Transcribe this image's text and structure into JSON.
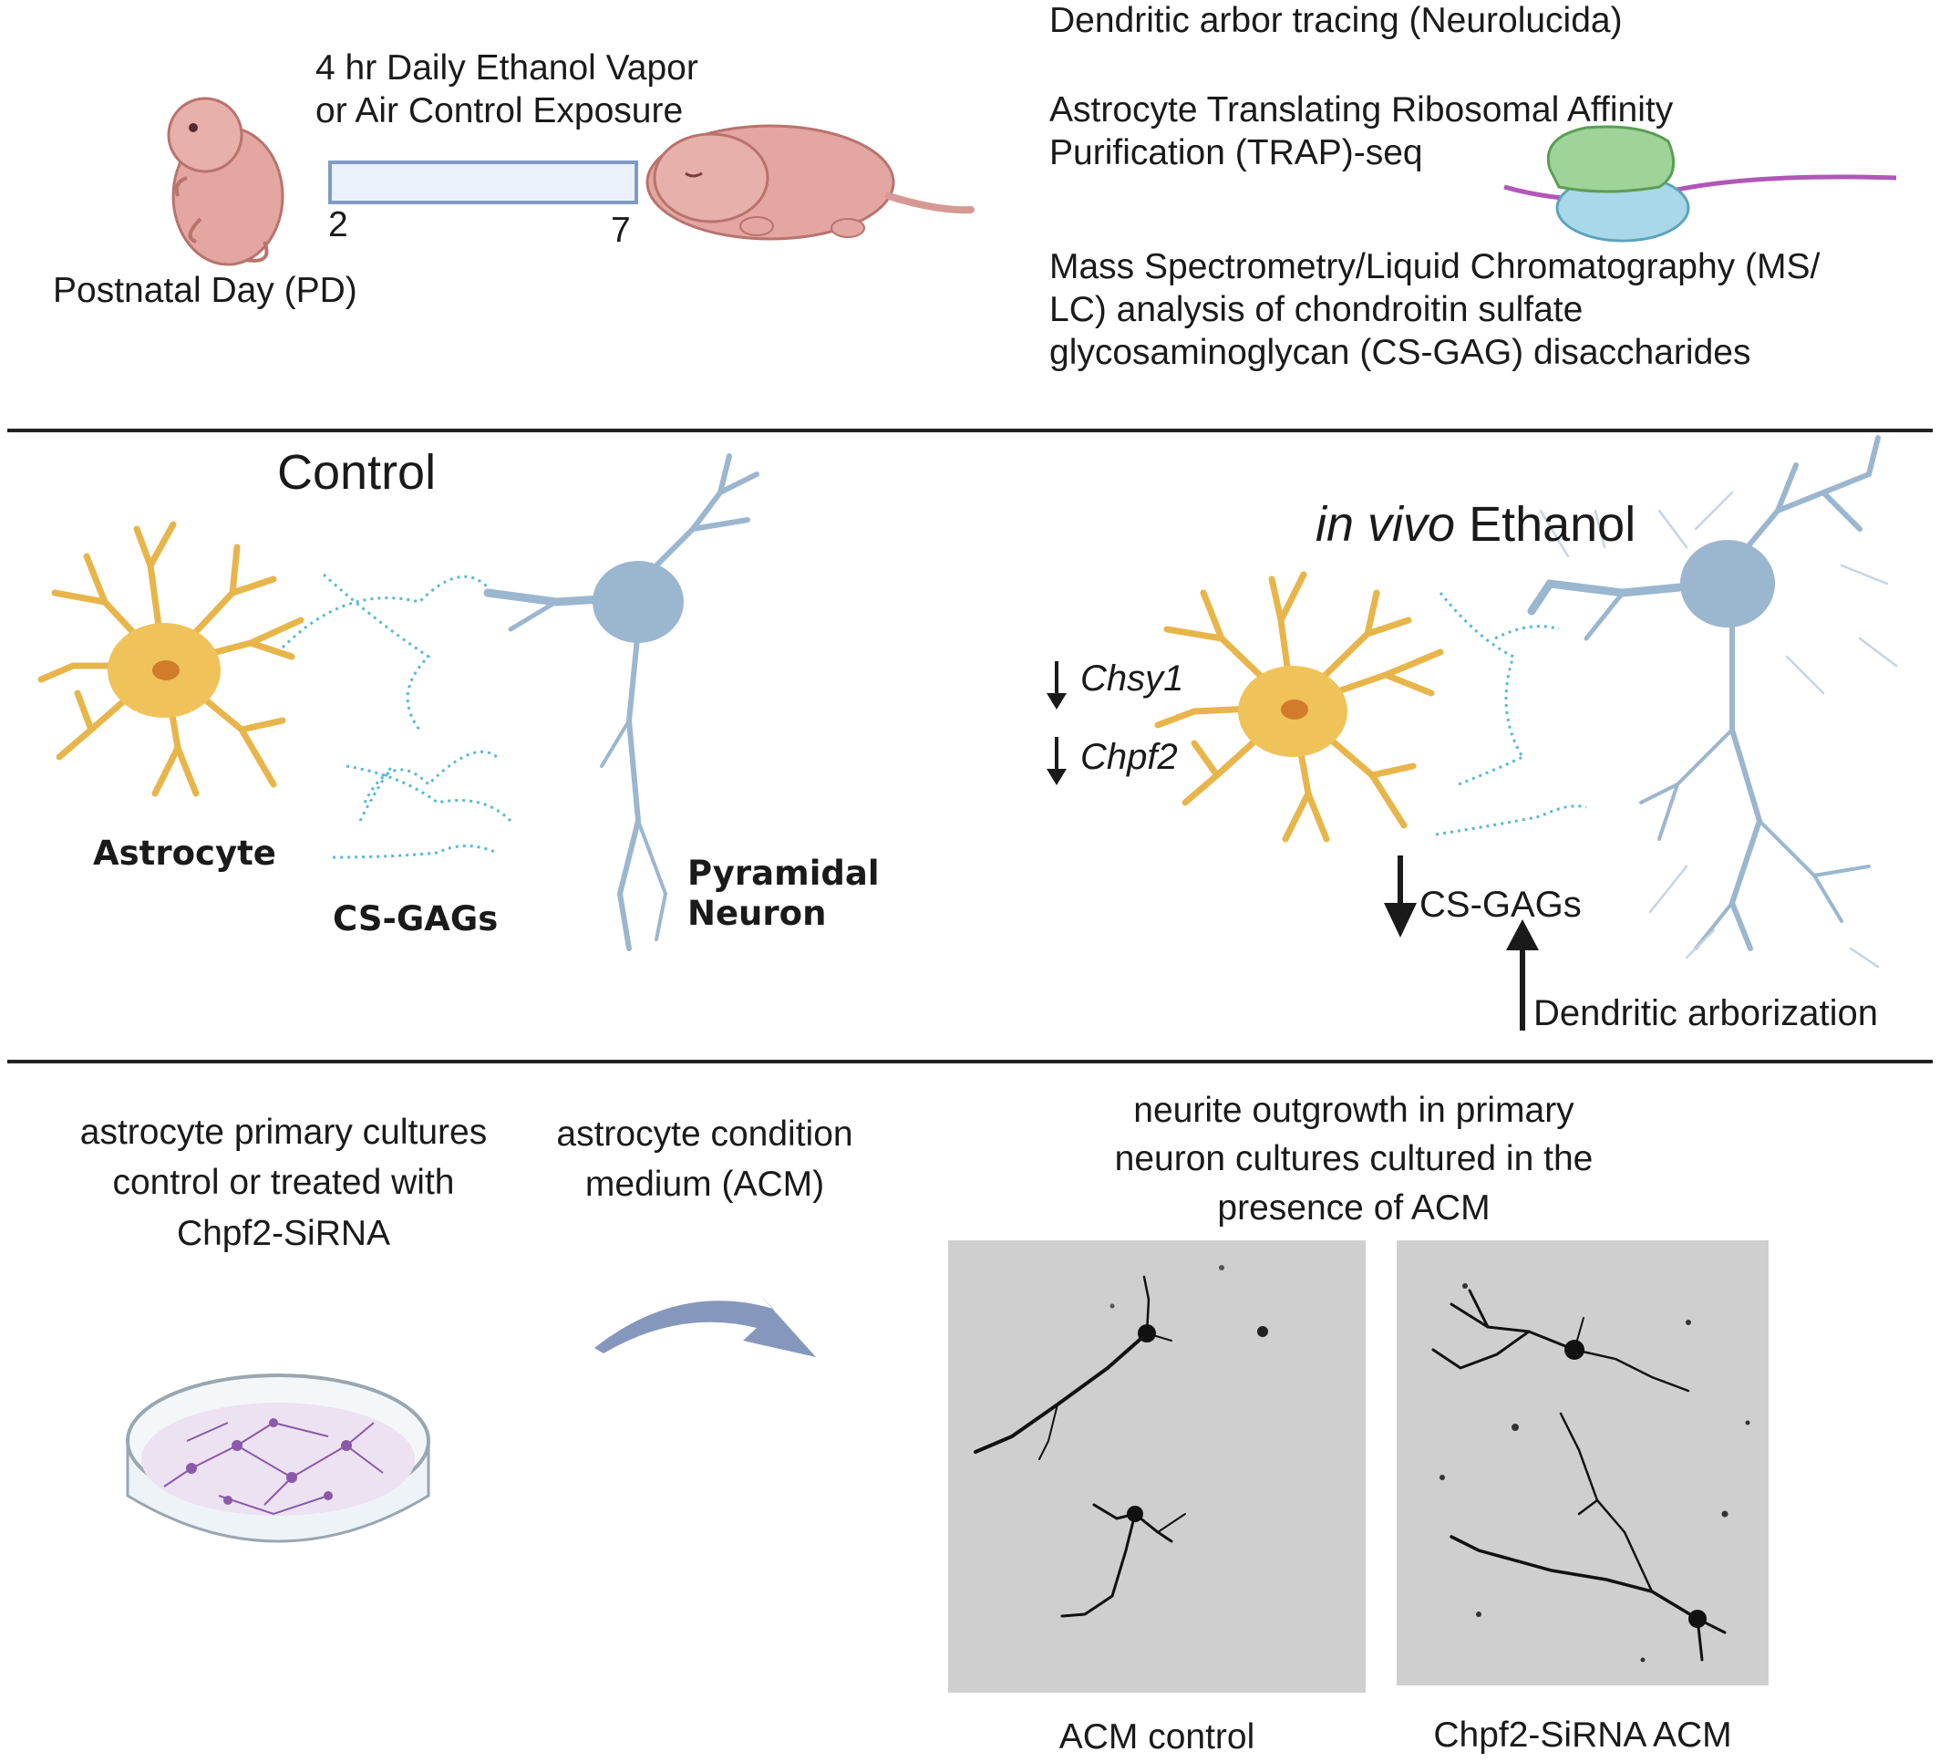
{
  "top": {
    "exposure_label": "4 hr Daily Ethanol Vapor\nor Air Control Exposure",
    "pd_start": "2",
    "pd_end": "7",
    "pd_label": "Postnatal Day (PD)",
    "method_1": "Dendritic arbor tracing (Neurolucida)",
    "method_2": "Astrocyte Translating Ribosomal Affinity\nPurification (TRAP)-seq",
    "method_3": "Mass Spectrometry/Liquid Chromatography (MS/\nLC) analysis of chondroitin sulfate\nglycosaminoglycan (CS-GAG) disaccharides"
  },
  "middle": {
    "control_title": "Control",
    "ethanol_title_italic": "in vivo",
    "ethanol_title_rest": " Ethanol",
    "astrocyte_label": "Astrocyte",
    "csgags_label": "CS-GAGs",
    "neuron_label": "Pyramidal\nNeuron",
    "gene_1": "Chsy1",
    "gene_2": "Chpf2",
    "csgags_down_label": "CS-GAGs",
    "dendritic_up_label": "Dendritic arborization"
  },
  "bottom": {
    "culture_label": "astrocyte primary cultures\ncontrol or treated with\nChpf2-SiRNA",
    "acm_label": "astrocyte condition\nmedium (ACM)",
    "outgrowth_label": "neurite outgrowth in primary\nneuron cultures cultured in the\npresence of ACM",
    "panel_1_caption": "ACM control",
    "panel_2_caption": "Chpf2-SiRNA ACM"
  },
  "colors": {
    "astrocyte": "#e8b54a",
    "csgag": "#5bb8d8",
    "neuron": "#9bb6cf",
    "pup": "#e3a6a0",
    "arrow": "#8597bd",
    "dish_cells": "#8a5aa8"
  }
}
